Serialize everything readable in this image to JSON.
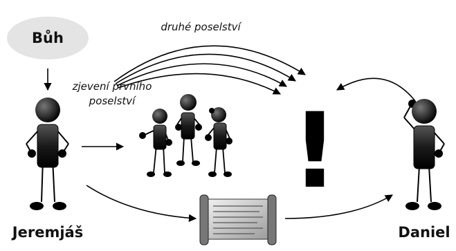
{
  "nodes": {
    "god": "Bůh",
    "jeremiah": "Jeremjáš",
    "daniel": "Daniel",
    "exclamation": "!"
  },
  "labels": {
    "first_message_line1": "zjevení prvního",
    "first_message_line2": "poselství",
    "second_message": "druhé poselství"
  },
  "colors": {
    "god_ellipse": "#e4e4e4",
    "figure_dark": "#151515",
    "arrow": "#000000"
  }
}
